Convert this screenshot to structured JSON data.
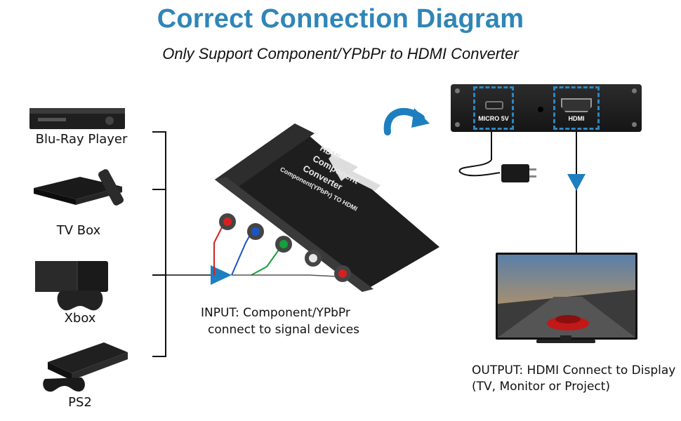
{
  "title": "Correct Connection Diagram",
  "subtitle": "Only Support Component/YPbPr to HDMI Converter",
  "devices": [
    {
      "label": "Blu-Ray Player"
    },
    {
      "label": "TV Box"
    },
    {
      "label": "Xbox"
    },
    {
      "label": "PS2"
    }
  ],
  "converter": {
    "line1": "Component",
    "line2": "Converter",
    "line3": "HDMI",
    "line4": "Component(YPbPr) TO HDMI"
  },
  "rear_panel": {
    "micro_label": "MICRO 5V",
    "hdmi_label": "HDMI"
  },
  "input_text": {
    "line1": "INPUT: Component/YPbPr",
    "line2": "connect to signal devices"
  },
  "output_text": {
    "line1": "OUTPUT: HDMI Connect to Display",
    "line2": "(TV, Monitor or Project)"
  },
  "colors": {
    "accent": "#2f86b7",
    "red": "#d62020",
    "blue": "#1a55c8",
    "green": "#14a03c",
    "white": "#e8e8e8"
  }
}
